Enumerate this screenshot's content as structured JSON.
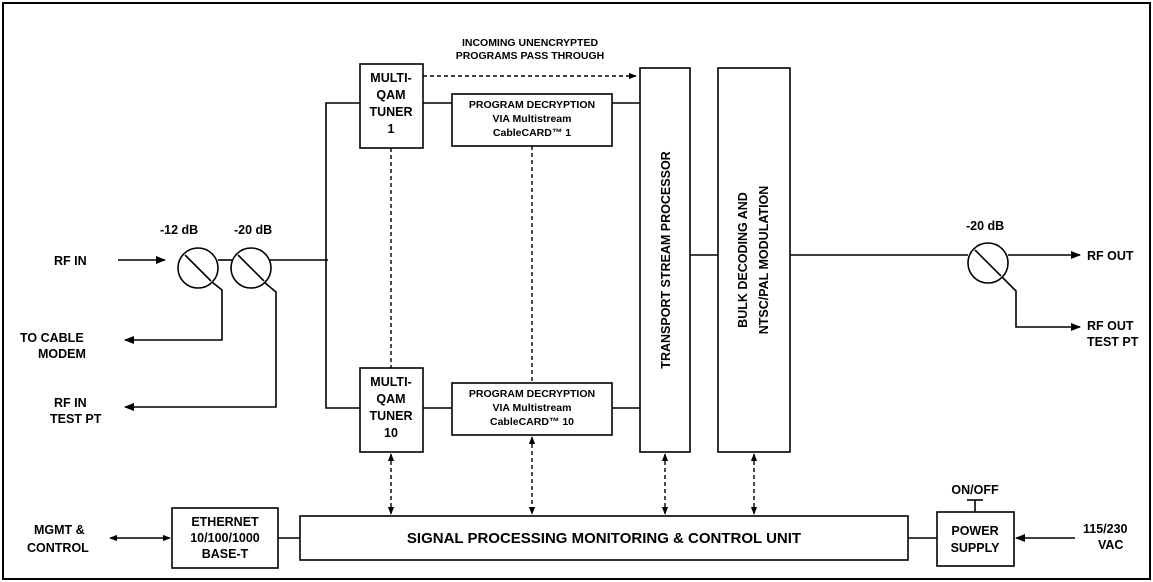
{
  "labels": {
    "rf_in": "RF IN",
    "db12": "-12 dB",
    "db20_in": "-20 dB",
    "to_cable_modem": [
      "TO CABLE",
      "MODEM"
    ],
    "rf_in_test_pt": [
      "RF IN",
      "TEST PT"
    ],
    "mgmt_control": [
      "MGMT &",
      "CONTROL"
    ],
    "pass_through": [
      "INCOMING UNENCRYPTED",
      "PROGRAMS PASS THROUGH"
    ],
    "db20_out": "-20 dB",
    "rf_out": "RF OUT",
    "rf_out_test_pt": [
      "RF OUT",
      "TEST PT"
    ],
    "on_off": "ON/OFF",
    "vac": [
      "115/230",
      "VAC"
    ]
  },
  "blocks": {
    "tuner_1": [
      "MULTI-",
      "QAM",
      "TUNER",
      "1"
    ],
    "tuner_10": [
      "MULTI-",
      "QAM",
      "TUNER",
      "10"
    ],
    "decrypt_1": [
      "PROGRAM DECRYPTION",
      "VIA Multistream",
      "CableCARD™ 1"
    ],
    "decrypt_10": [
      "PROGRAM DECRYPTION",
      "VIA Multistream",
      "CableCARD™ 10"
    ],
    "transport": "TRANSPORT STREAM PROCESSOR",
    "bulk": [
      "BULK DECODING AND",
      "NTSC/PAL MODULATION"
    ],
    "ethernet": [
      "ETHERNET",
      "10/100/1000",
      "BASE-T"
    ],
    "signal_processing": "SIGNAL PROCESSING MONITORING & CONTROL UNIT",
    "power_supply": [
      "POWER",
      "SUPPLY"
    ]
  }
}
